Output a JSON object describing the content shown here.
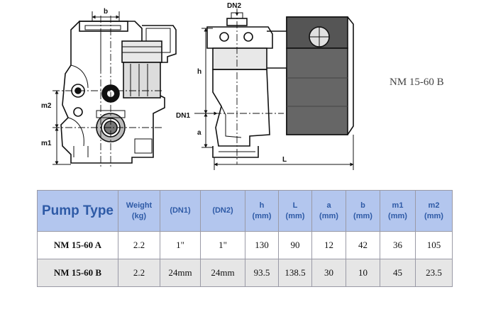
{
  "drawing": {
    "dims": {
      "b": "b",
      "m2": "m2",
      "m1": "m1",
      "dn2": "DN2",
      "h": "h",
      "dn1": "DN1",
      "a": "a",
      "l": "L"
    }
  },
  "model_label": "NM 15-60 B",
  "table": {
    "headers": [
      [
        "Pump Type"
      ],
      [
        "Weight",
        "(kg)"
      ],
      [
        "(DN1)"
      ],
      [
        "(DN2)"
      ],
      [
        "h",
        "(mm)"
      ],
      [
        "L",
        "(mm)"
      ],
      [
        "a",
        "(mm)"
      ],
      [
        "b",
        "(mm)"
      ],
      [
        "m1",
        "(mm)"
      ],
      [
        "m2",
        "(mm)"
      ]
    ],
    "rows": [
      [
        "NM 15-60 A",
        "2.2",
        "1\"",
        "1\"",
        "130",
        "90",
        "12",
        "42",
        "36",
        "105"
      ],
      [
        "NM 15-60 B",
        "2.2",
        "24mm",
        "24mm",
        "93.5",
        "138.5",
        "30",
        "10",
        "45",
        "23.5"
      ]
    ]
  }
}
